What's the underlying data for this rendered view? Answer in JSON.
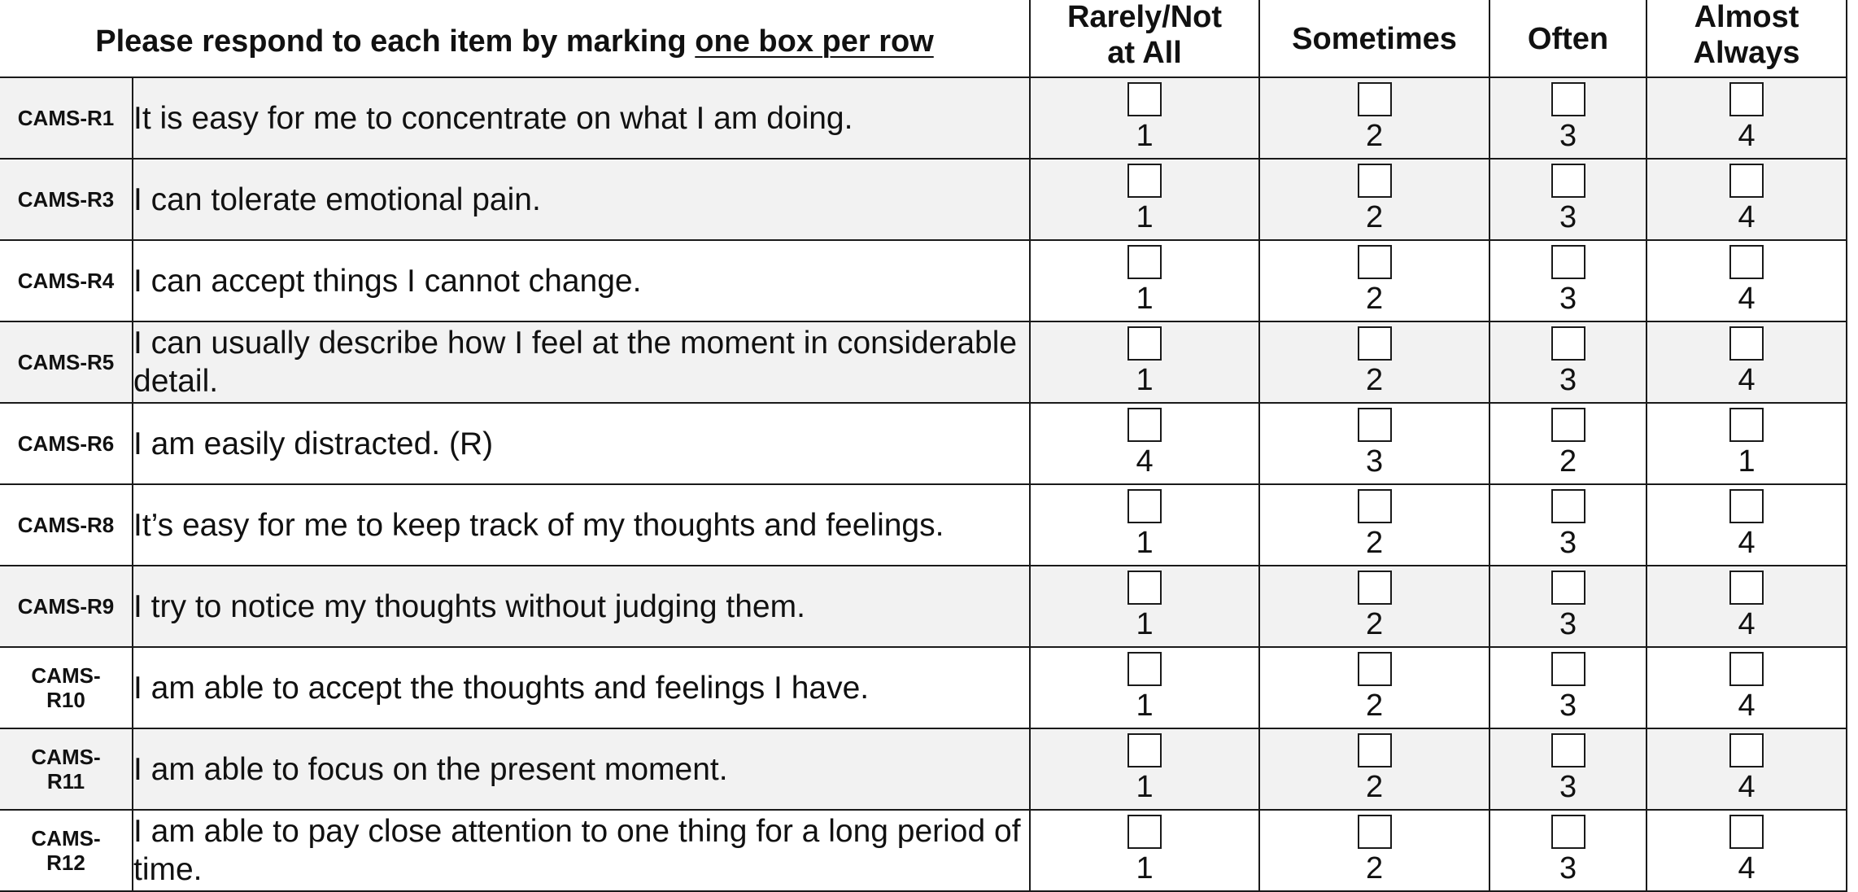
{
  "header": {
    "instruction_prefix": "Please respond to each item by marking ",
    "instruction_emphasis": "one box per row",
    "options": [
      {
        "line1": "Rarely/Not",
        "line2": "at All"
      },
      {
        "line1": "Sometimes",
        "line2": ""
      },
      {
        "line1": "Often",
        "line2": ""
      },
      {
        "line1": "Almost",
        "line2": "Always"
      }
    ]
  },
  "items": [
    {
      "code_line1": "CAMS-R1",
      "code_line2": "",
      "text": "It is easy for me to concentrate on what I am doing.",
      "scores": [
        "1",
        "2",
        "3",
        "4"
      ],
      "shaded": true
    },
    {
      "code_line1": "CAMS-R3",
      "code_line2": "",
      "text": "I can tolerate emotional pain.",
      "scores": [
        "1",
        "2",
        "3",
        "4"
      ],
      "shaded": true
    },
    {
      "code_line1": "CAMS-R4",
      "code_line2": "",
      "text": "I can accept things I cannot change.",
      "scores": [
        "1",
        "2",
        "3",
        "4"
      ],
      "shaded": false
    },
    {
      "code_line1": "CAMS-R5",
      "code_line2": "",
      "text": "I can usually describe how I feel at the moment in considerable detail.",
      "scores": [
        "1",
        "2",
        "3",
        "4"
      ],
      "shaded": true
    },
    {
      "code_line1": "CAMS-R6",
      "code_line2": "",
      "text": "I am easily distracted. (R)",
      "scores": [
        "4",
        "3",
        "2",
        "1"
      ],
      "shaded": false
    },
    {
      "code_line1": "CAMS-R8",
      "code_line2": "",
      "text": "It’s easy for me to keep track of my thoughts and feelings.",
      "scores": [
        "1",
        "2",
        "3",
        "4"
      ],
      "shaded": false
    },
    {
      "code_line1": "CAMS-R9",
      "code_line2": "",
      "text": "I try to notice my thoughts without judging them.",
      "scores": [
        "1",
        "2",
        "3",
        "4"
      ],
      "shaded": true
    },
    {
      "code_line1": "CAMS-",
      "code_line2": "R10",
      "text": "I am able to accept the thoughts and feelings I have.",
      "scores": [
        "1",
        "2",
        "3",
        "4"
      ],
      "shaded": false
    },
    {
      "code_line1": "CAMS-",
      "code_line2": "R11",
      "text": "I am able to focus on the present moment.",
      "scores": [
        "1",
        "2",
        "3",
        "4"
      ],
      "shaded": true
    },
    {
      "code_line1": "CAMS-",
      "code_line2": "R12",
      "text": "I am able to pay close attention to one thing for a long period of time.",
      "scores": [
        "1",
        "2",
        "3",
        "4"
      ],
      "shaded": false
    }
  ]
}
